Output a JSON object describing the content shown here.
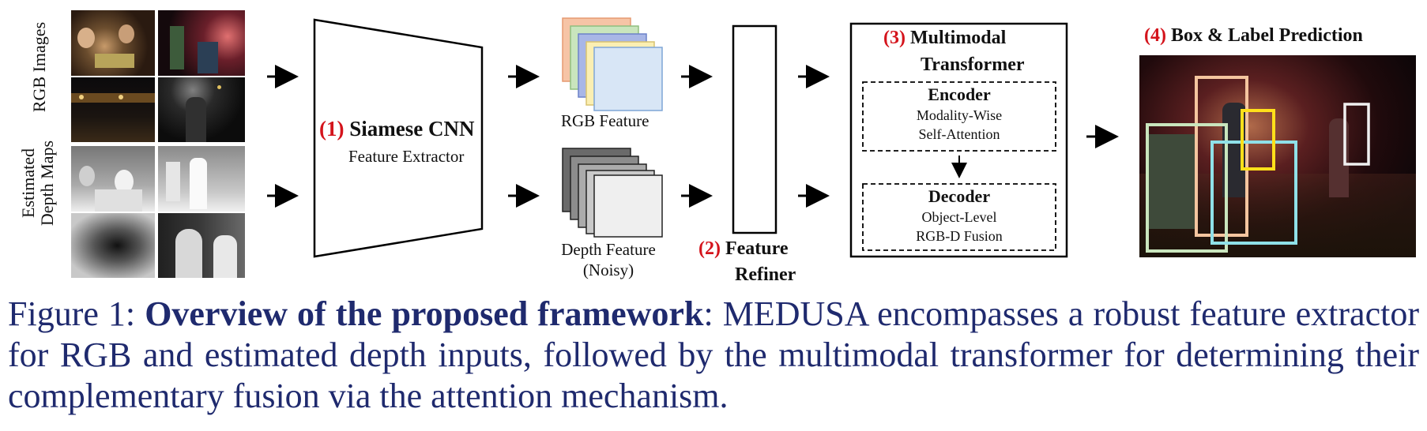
{
  "figure": {
    "side_labels": {
      "rgb": "RGB Images",
      "depth_line1": "Estimated",
      "depth_line2": "Depth Maps"
    },
    "step1": {
      "num": "(1)",
      "title": "Siamese CNN",
      "subtitle": "Feature Extractor"
    },
    "rgb_feature_label": "RGB Feature",
    "depth_feature_label_line1": "Depth Feature",
    "depth_feature_label_line2": "(Noisy)",
    "step2": {
      "num": "(2)",
      "title_line1": "Feature",
      "title_line2": "Refiner"
    },
    "step3": {
      "num": "(3)",
      "title_line1": "Multimodal",
      "title_line2": "Transformer",
      "encoder": {
        "title": "Encoder",
        "line1": "Modality-Wise",
        "line2": "Self-Attention"
      },
      "decoder": {
        "title": "Decoder",
        "line1": "Object-Level",
        "line2": "RGB-D Fusion"
      }
    },
    "step4": {
      "num": "(4)",
      "title": "Box & Label Prediction"
    },
    "colors": {
      "accent_red": "#d4141c",
      "caption_text": "#1f2a6e",
      "rgb_stack": [
        "#f6c4a6",
        "#c9e5bd",
        "#a8b6e6",
        "#fbefb2",
        "#d8e6f6"
      ],
      "depth_stack": [
        "#6a6a6a",
        "#8c8c8c",
        "#ababab",
        "#c9c9c9",
        "#efefef"
      ],
      "boxes": [
        "#f4c59f",
        "#c9e5bd",
        "#8fe0e8",
        "#ffe01a",
        "#f0f0f0"
      ]
    }
  },
  "caption": {
    "prefix": "Figure 1: ",
    "bold": "Overview of the proposed framework",
    "rest": ": MEDUSA encompasses a robust feature extractor for RGB and estimated depth inputs, followed by the multimodal transformer for determining their complementary fusion via the attention mechanism."
  }
}
